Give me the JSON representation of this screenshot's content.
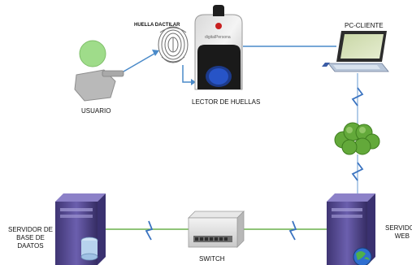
{
  "labels": {
    "huella": "HUELLA DACTILAR",
    "usuario": "USUARIO",
    "lector": "LECTOR DE HUELLAS",
    "pc_cliente": "PC-CLIENTE",
    "servidor_bd": [
      "SERVIDOR DE",
      "BASE DE",
      "DAATOS"
    ],
    "switch": "SWITCH",
    "servidor_web": [
      "SERVIDOR",
      "WEB"
    ],
    "brand": "digitalPersona"
  },
  "colors": {
    "connection_blue": "#4a8ac9",
    "connection_green": "#6ab04c",
    "server_purple": "#5b4f9a",
    "cloud_green": "#63a93a"
  }
}
